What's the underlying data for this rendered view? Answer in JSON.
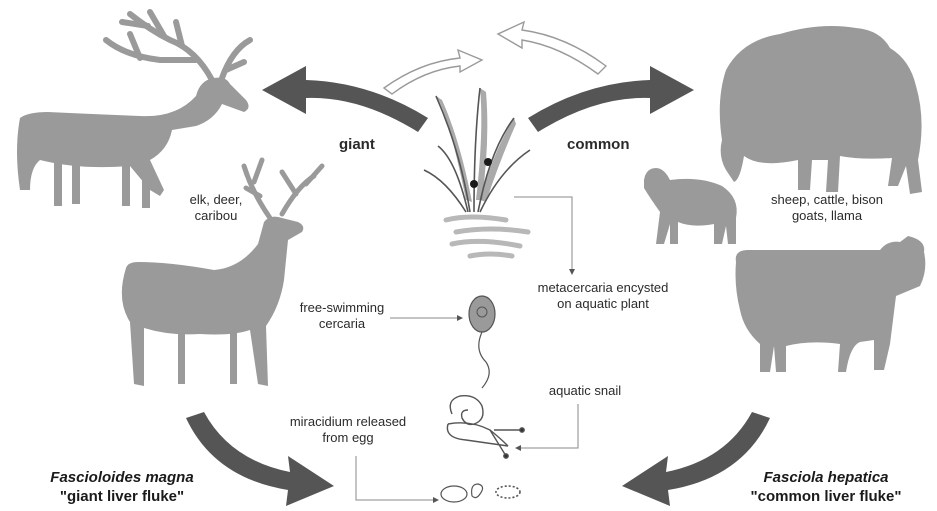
{
  "colors": {
    "animal": "#9a9a9a",
    "arrow": "#555555",
    "outline_arrow": "#9a9a9a",
    "leader": "#8a8a8a",
    "text": "#2b2b2b",
    "water": "#b8b8b8"
  },
  "branches": {
    "giant": "giant",
    "common": "common"
  },
  "hosts": {
    "giant_hosts": [
      "elk, deer,",
      "caribou"
    ],
    "common_hosts": [
      "sheep, cattle, bison",
      "goats, llama"
    ]
  },
  "stages": {
    "metacercaria": [
      "metacercaria encysted",
      "on aquatic plant"
    ],
    "cercaria": [
      "free-swimming",
      "cercaria"
    ],
    "snail": "aquatic snail",
    "miracidium": [
      "miracidium released",
      "from egg"
    ]
  },
  "species": {
    "left": {
      "scientific": "Fascioloides magna",
      "common": "\"giant liver fluke\""
    },
    "right": {
      "scientific": "Fasciola hepatica",
      "common": "\"common liver fluke\""
    }
  },
  "icons": [
    "elk-icon",
    "deer-icon",
    "bison-icon",
    "sheep-icon",
    "cow-icon",
    "aquatic-plant-icon",
    "cercaria-icon",
    "snail-icon",
    "egg-icon"
  ]
}
